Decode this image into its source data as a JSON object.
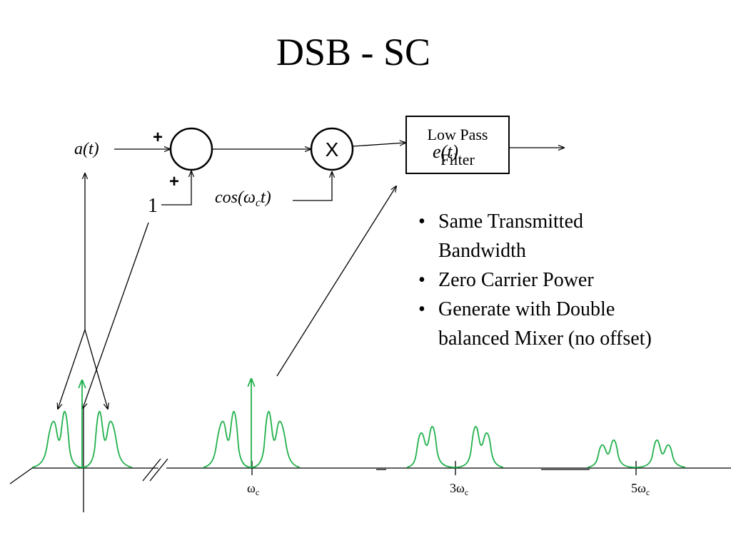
{
  "slide": {
    "title": "DSB - SC",
    "bullets": [
      "Same Transmitted Bandwidth",
      "Zero Carrier Power",
      "Generate with Double balanced Mixer (no offset)"
    ]
  },
  "diagram": {
    "input_label": "a(t)",
    "plus_top": "+",
    "plus_bottom": "+",
    "offset_label": "1",
    "carrier_label_prefix": "cos(",
    "carrier_omega": "ω",
    "carrier_sub": "c",
    "carrier_suffix": "t)",
    "multiplier_symbol": "X",
    "filter_line1": "Low Pass",
    "filter_line2": "Filter",
    "output_label": "e(t)"
  },
  "spectrum": {
    "freq_labels": [
      {
        "base": "ω",
        "sub": "c"
      },
      {
        "base": "3ω",
        "sub": "c"
      },
      {
        "base": "5ω",
        "sub": "c"
      }
    ]
  },
  "colors": {
    "spectrum": "#22b14c",
    "ink": "#000000"
  }
}
